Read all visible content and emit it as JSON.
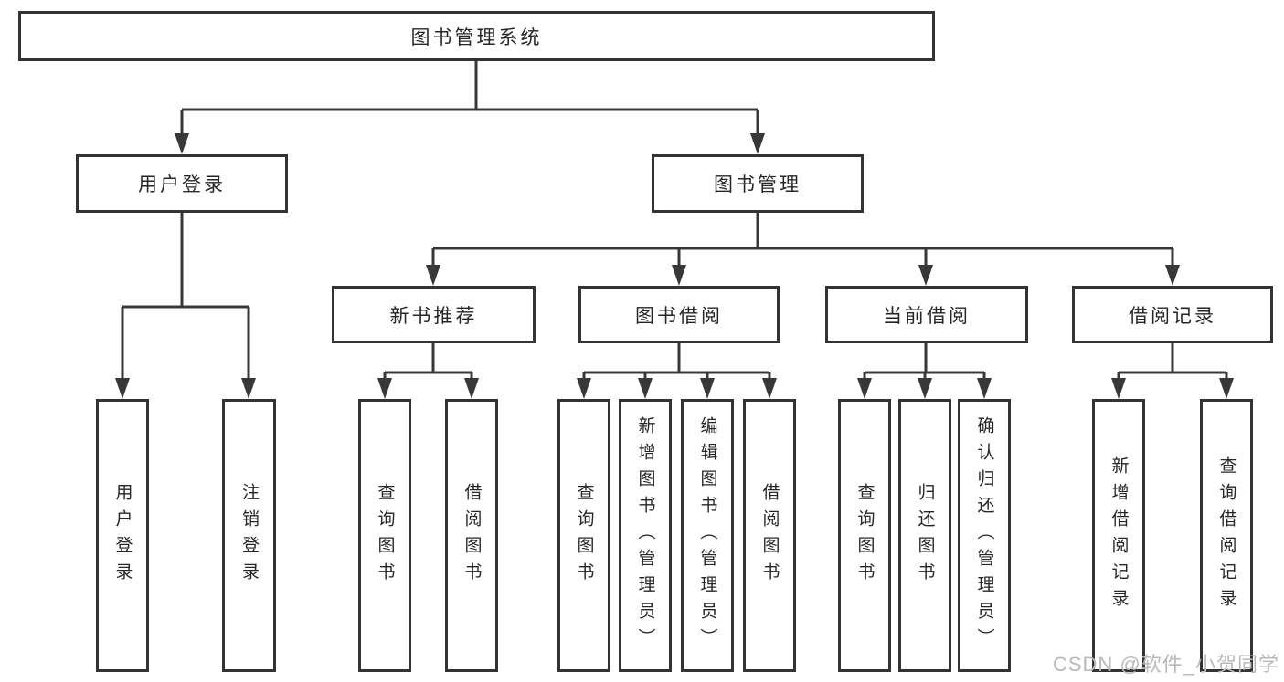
{
  "diagram": {
    "type": "tree",
    "root": {
      "id": "root",
      "label": "图书管理系统",
      "children": [
        {
          "id": "user-login",
          "label": "用户登录",
          "children": [
            {
              "id": "login-leaf",
              "label": "用户登录"
            },
            {
              "id": "logout-leaf",
              "label": "注销登录"
            }
          ]
        },
        {
          "id": "book-mgmt",
          "label": "图书管理",
          "children": [
            {
              "id": "new-book-rec",
              "label": "新书推荐",
              "children": [
                {
                  "id": "rec-query-book",
                  "label": "查询图书"
                },
                {
                  "id": "rec-borrow-book",
                  "label": "借阅图书"
                }
              ]
            },
            {
              "id": "book-borrow",
              "label": "图书借阅",
              "children": [
                {
                  "id": "bor-query-book",
                  "label": "查询图书"
                },
                {
                  "id": "bor-add-book",
                  "label": "新增图书（管理员）"
                },
                {
                  "id": "bor-edit-book",
                  "label": "编辑图书（管理员）"
                },
                {
                  "id": "bor-borrow-book",
                  "label": "借阅图书"
                }
              ]
            },
            {
              "id": "current-borrow",
              "label": "当前借阅",
              "children": [
                {
                  "id": "cur-query-book",
                  "label": "查询图书"
                },
                {
                  "id": "cur-return-book",
                  "label": "归还图书"
                },
                {
                  "id": "cur-confirm-return",
                  "label": "确认归还（管理员）"
                }
              ]
            },
            {
              "id": "borrow-record",
              "label": "借阅记录",
              "children": [
                {
                  "id": "rcd-add-record",
                  "label": "新增借阅记录"
                },
                {
                  "id": "rcd-query-record",
                  "label": "查询借阅记录"
                }
              ]
            }
          ]
        }
      ]
    }
  },
  "watermark": {
    "text": "CSDN @软件_小贺同学"
  },
  "colors": {
    "line": "#383838",
    "box_border": "#333333",
    "text": "#262626",
    "watermark": "#b9b9b9",
    "background": "#ffffff"
  }
}
